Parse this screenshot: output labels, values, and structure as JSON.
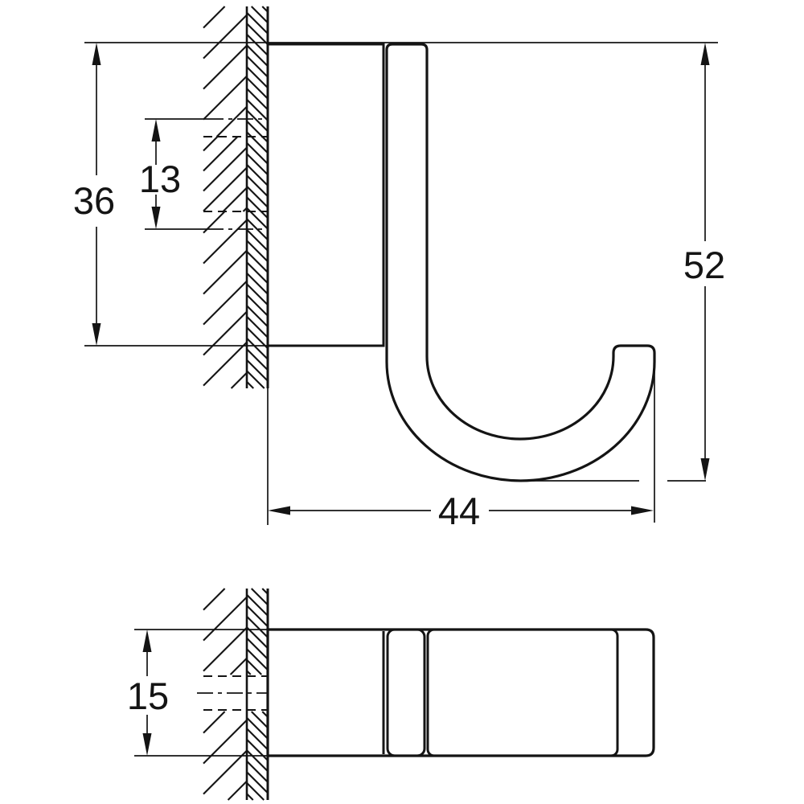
{
  "drawing": {
    "background": "#ffffff",
    "line_color": "#141414",
    "dimensions": {
      "side_view": {
        "plate_height": "36",
        "hole_pitch": "13",
        "total_height": "52",
        "total_depth": "44"
      },
      "top_view": {
        "hook_width": "15"
      }
    }
  }
}
